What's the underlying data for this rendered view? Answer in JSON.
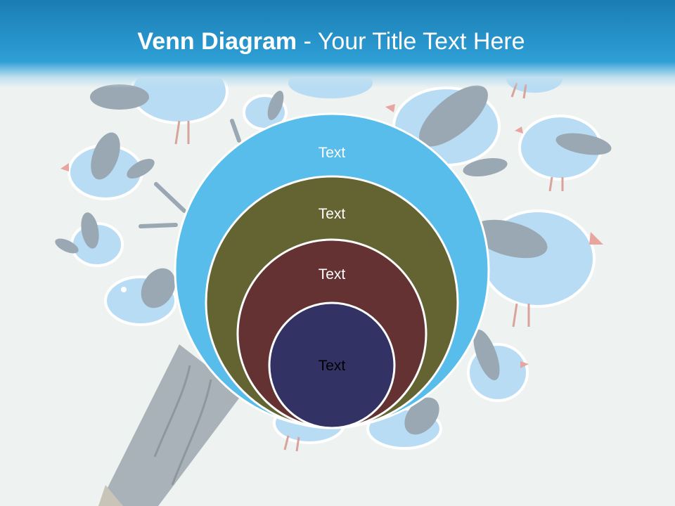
{
  "title": {
    "bold": "Venn Diagram",
    "rest": " - Your Title Text Here"
  },
  "rings": [
    {
      "label": "Text",
      "fill": "#58bdea",
      "text_color": "#ffffff"
    },
    {
      "label": "Text",
      "fill": "#646432",
      "text_color": "#ffffff"
    },
    {
      "label": "Text",
      "fill": "#643232",
      "text_color": "#ffffff"
    },
    {
      "label": "Text",
      "fill": "#323264",
      "text_color": "#000000"
    }
  ],
  "colors": {
    "header": "#2e9fd6",
    "background": "#eef2f1",
    "bird": "#b8dcf4",
    "wing": "#9aa8b3",
    "pencil": "#a9b2b8"
  }
}
